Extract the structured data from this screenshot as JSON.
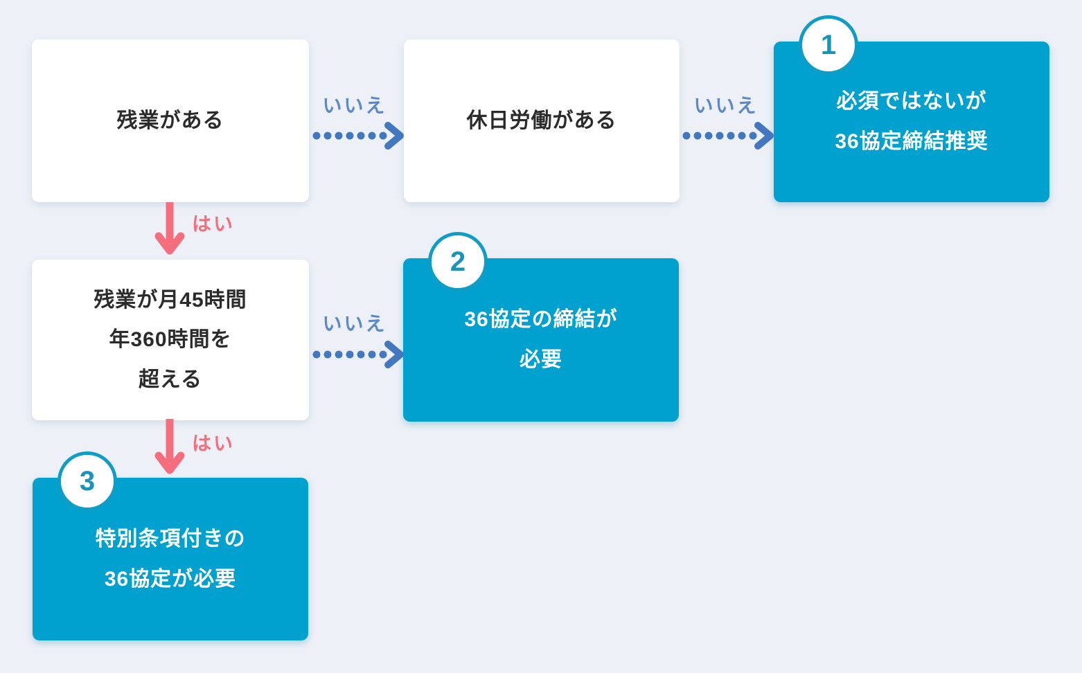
{
  "flowchart": {
    "colors": {
      "background": "#edf1f7",
      "node_white": "#ffffff",
      "node_blue": "#00a0cf",
      "arrow_blue": "#4478be",
      "label_no_blue": "#5c89c8",
      "arrow_red": "#f56e7e",
      "text_dark": "#2b2b2b",
      "badge_border": "#0f9cc5",
      "badge_number": "#1a93b8"
    },
    "nodes": {
      "q_overtime": {
        "label": "残業がある"
      },
      "q_holiday": {
        "label": "休日労働がある"
      },
      "q_limit": {
        "lines": [
          "残業が月45時間",
          "年360時間を",
          "超える"
        ]
      },
      "result1": {
        "number": "1",
        "lines": [
          "必須ではないが",
          "36協定締結推奨"
        ]
      },
      "result2": {
        "number": "2",
        "lines": [
          "36協定の締結が",
          "必要"
        ]
      },
      "result3": {
        "number": "3",
        "lines": [
          "特別条項付きの",
          "36協定が必要"
        ]
      }
    },
    "edge_labels": {
      "yes": "はい",
      "no": "いいえ"
    }
  }
}
